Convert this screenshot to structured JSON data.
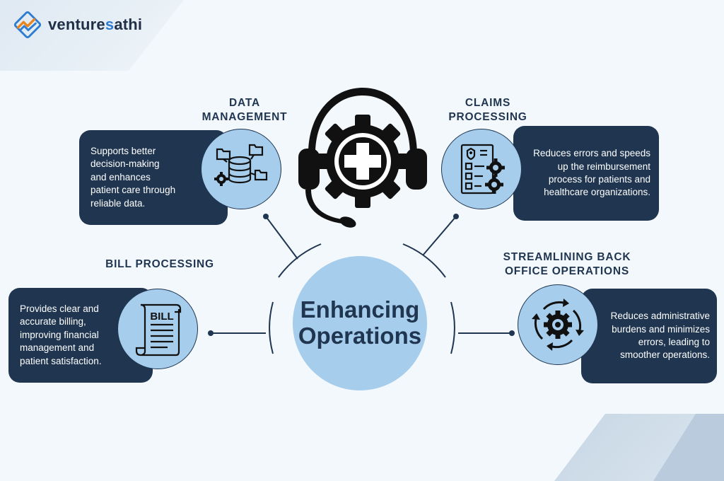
{
  "brand": {
    "name_prefix": "venture",
    "name_accent": "s",
    "name_suffix": "athi",
    "colors": {
      "navy": "#1f3550",
      "light_blue": "#a6cdeb",
      "orange": "#e9851e",
      "blue": "#2e7ccf"
    }
  },
  "center": {
    "line1": "Enhancing",
    "line2": "Operations"
  },
  "nodes": [
    {
      "id": "data-management",
      "title_line1": "DATA",
      "title_line2": "MANAGEMENT",
      "description": "Supports better decision-making and enhances patient care through reliable data.",
      "icon": "database-folders-icon"
    },
    {
      "id": "claims-processing",
      "title_line1": "CLAIMS",
      "title_line2": "PROCESSING",
      "description": "Reduces errors and speeds up the reimbursement process for patients and healthcare organizations.",
      "icon": "checklist-gears-icon"
    },
    {
      "id": "bill-processing",
      "title_line1": "BILL PROCESSING",
      "title_line2": "",
      "description": "Provides clear and accurate billing, improving financial management and patient satisfaction.",
      "icon": "bill-scroll-icon",
      "icon_text": "BILL"
    },
    {
      "id": "streamlining",
      "title_line1": "STREAMLINING BACK",
      "title_line2": "OFFICE OPERATIONS",
      "description": "Reduces administrative burdens and minimizes errors, leading to smoother operations.",
      "icon": "gear-cycle-icon"
    }
  ],
  "hero_icon": "medical-headset-gear-icon"
}
